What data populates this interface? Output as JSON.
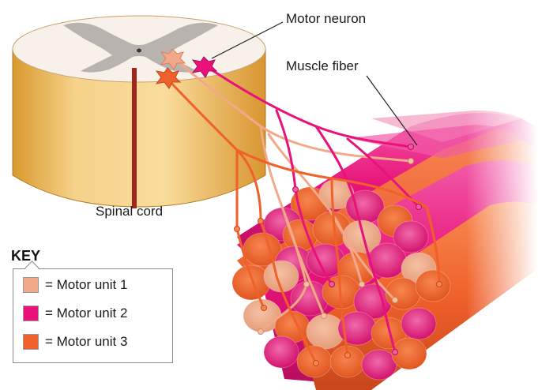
{
  "labels": {
    "motor_neuron": "Motor neuron",
    "muscle_fiber": "Muscle fiber",
    "spinal_cord": "Spinal cord"
  },
  "key": {
    "title": "KEY",
    "items": [
      {
        "label": "= Motor unit 1",
        "color": "#f2a98a"
      },
      {
        "label": "= Motor unit 2",
        "color": "#e8127a"
      },
      {
        "label": "= Motor unit 3",
        "color": "#f0602a"
      }
    ]
  },
  "colors": {
    "unit1": "#f2a98a",
    "unit2": "#e8127a",
    "unit3": "#f0602a",
    "spinal_white_matter": "#f6d9a0",
    "spinal_cut_face": "#f7f1ea",
    "spinal_gray_matter": "#b9b3b0",
    "central_canal": "#a0251c"
  }
}
